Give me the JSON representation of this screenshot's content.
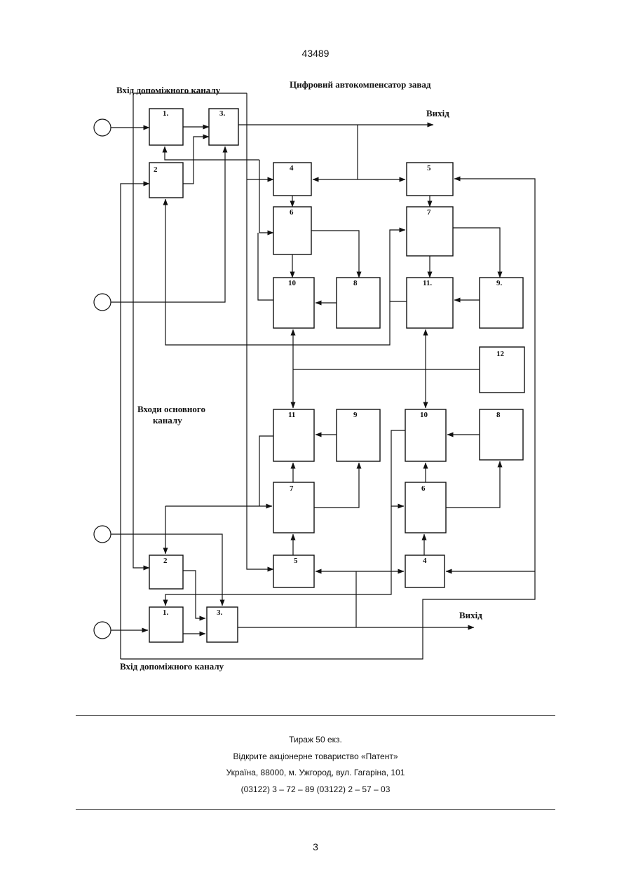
{
  "doc_number": "43489",
  "diagram": {
    "title": "Цифровий автокомпенсатор завад",
    "label_aux_in_top": "Вхід допоміжного каналу",
    "label_aux_in_bottom": "Вхід допоміжного каналу",
    "label_main_inputs_1": "Входи основного",
    "label_main_inputs_2": "каналу",
    "label_out_top": "Вихід",
    "label_out_bottom": "Вихід",
    "blocks": {
      "t1": "1.",
      "t3": "3.",
      "t2": "2",
      "t4": "4",
      "t5": "5",
      "t6": "6",
      "t7": "7",
      "t10": "10",
      "t8": "8",
      "t11": "11.",
      "t9": "9.",
      "b12": "12",
      "b11": "11",
      "b9": "9",
      "b10": "10",
      "b8": "8",
      "b7": "7",
      "b6": "6",
      "b5": "5",
      "b4": "4",
      "b2": "2",
      "b1": "1.",
      "b3": "3."
    }
  },
  "footer": {
    "line1": "Тираж 50 екз.",
    "line2": "Відкрите акціонерне товариство «Патент»",
    "line3": "Україна, 88000, м. Ужгород, вул. Гагаріна, 101",
    "line4": "(03122) 3 – 72 – 89   (03122) 2 – 57 – 03"
  },
  "page_number": "3"
}
